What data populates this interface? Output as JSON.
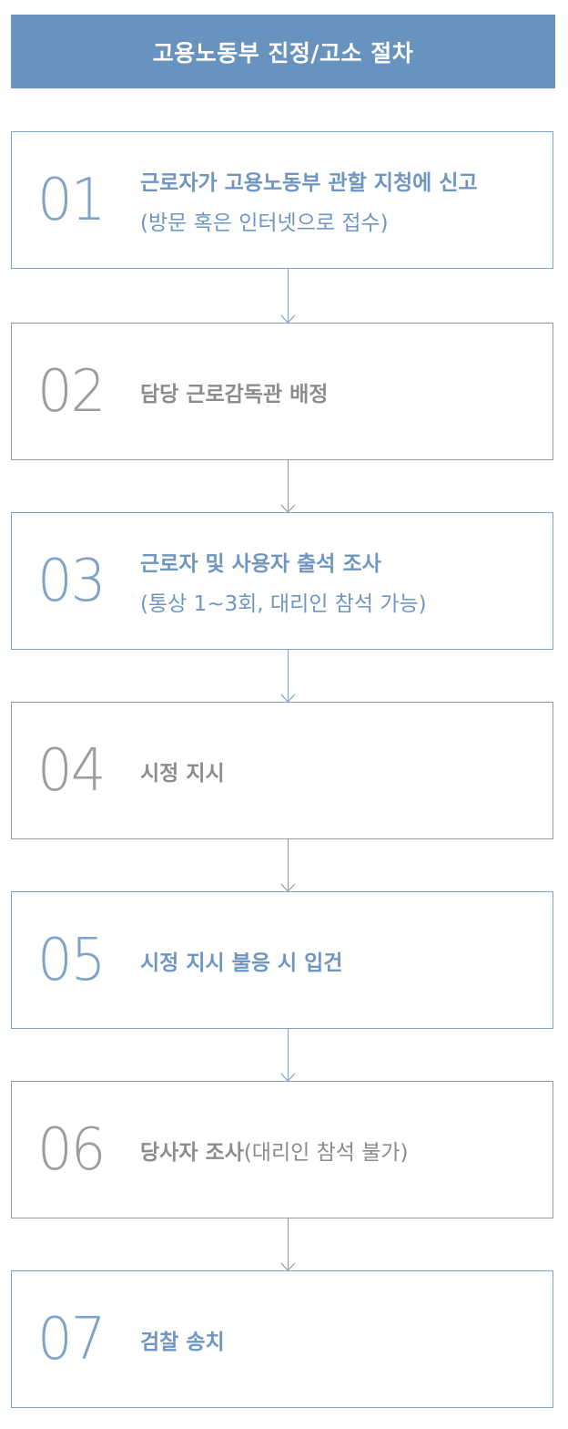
{
  "title": "고용노동부 진정/고소 절차",
  "colors": {
    "header_bg": "#6893bf",
    "blue": "#6f96c2",
    "blue_border": "#7ea2c8",
    "gray": "#8c8c8c",
    "gray_border": "#9a9a9a"
  },
  "steps": [
    {
      "number": "01",
      "title": "근로자가 고용노동부 관할 지청에 신고",
      "subtitle": "(방문 혹은 인터넷으로 접수)",
      "style": "blue"
    },
    {
      "number": "02",
      "title": "담당 근로감독관 배정",
      "subtitle": "",
      "style": "gray"
    },
    {
      "number": "03",
      "title": "근로자 및 사용자 출석 조사",
      "subtitle": "(통상 1~3회, 대리인 참석 가능)",
      "style": "blue"
    },
    {
      "number": "04",
      "title": "시정 지시",
      "subtitle": "",
      "style": "gray"
    },
    {
      "number": "05",
      "title": "시정 지시 불응 시 입건",
      "subtitle": "",
      "style": "blue"
    },
    {
      "number": "06",
      "title": "당사자 조사",
      "title_suffix": "(대리인 참석 불가)",
      "subtitle": "",
      "style": "gray"
    },
    {
      "number": "07",
      "title": "검찰 송치",
      "subtitle": "",
      "style": "blue"
    }
  ]
}
